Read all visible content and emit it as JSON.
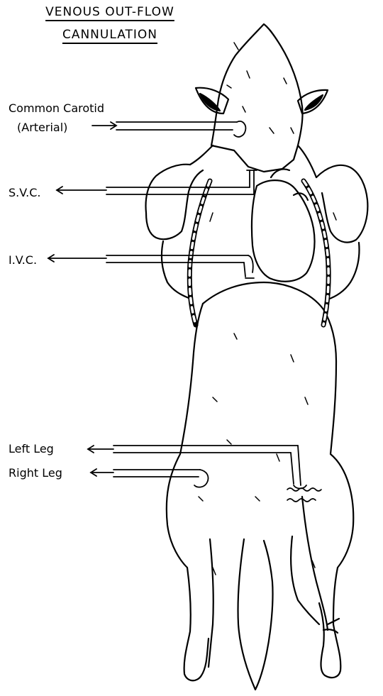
{
  "title": {
    "line1": "VENOUS   OUT-FLOW",
    "line2": "CANNULATION"
  },
  "labels": {
    "common_carotid": "Common  Carotid",
    "arterial": "(Arterial)",
    "svc": "S.V.C.",
    "ivc": "I.V.C.",
    "left_leg": "Left   Leg",
    "right_leg": "Right   Leg"
  }
}
